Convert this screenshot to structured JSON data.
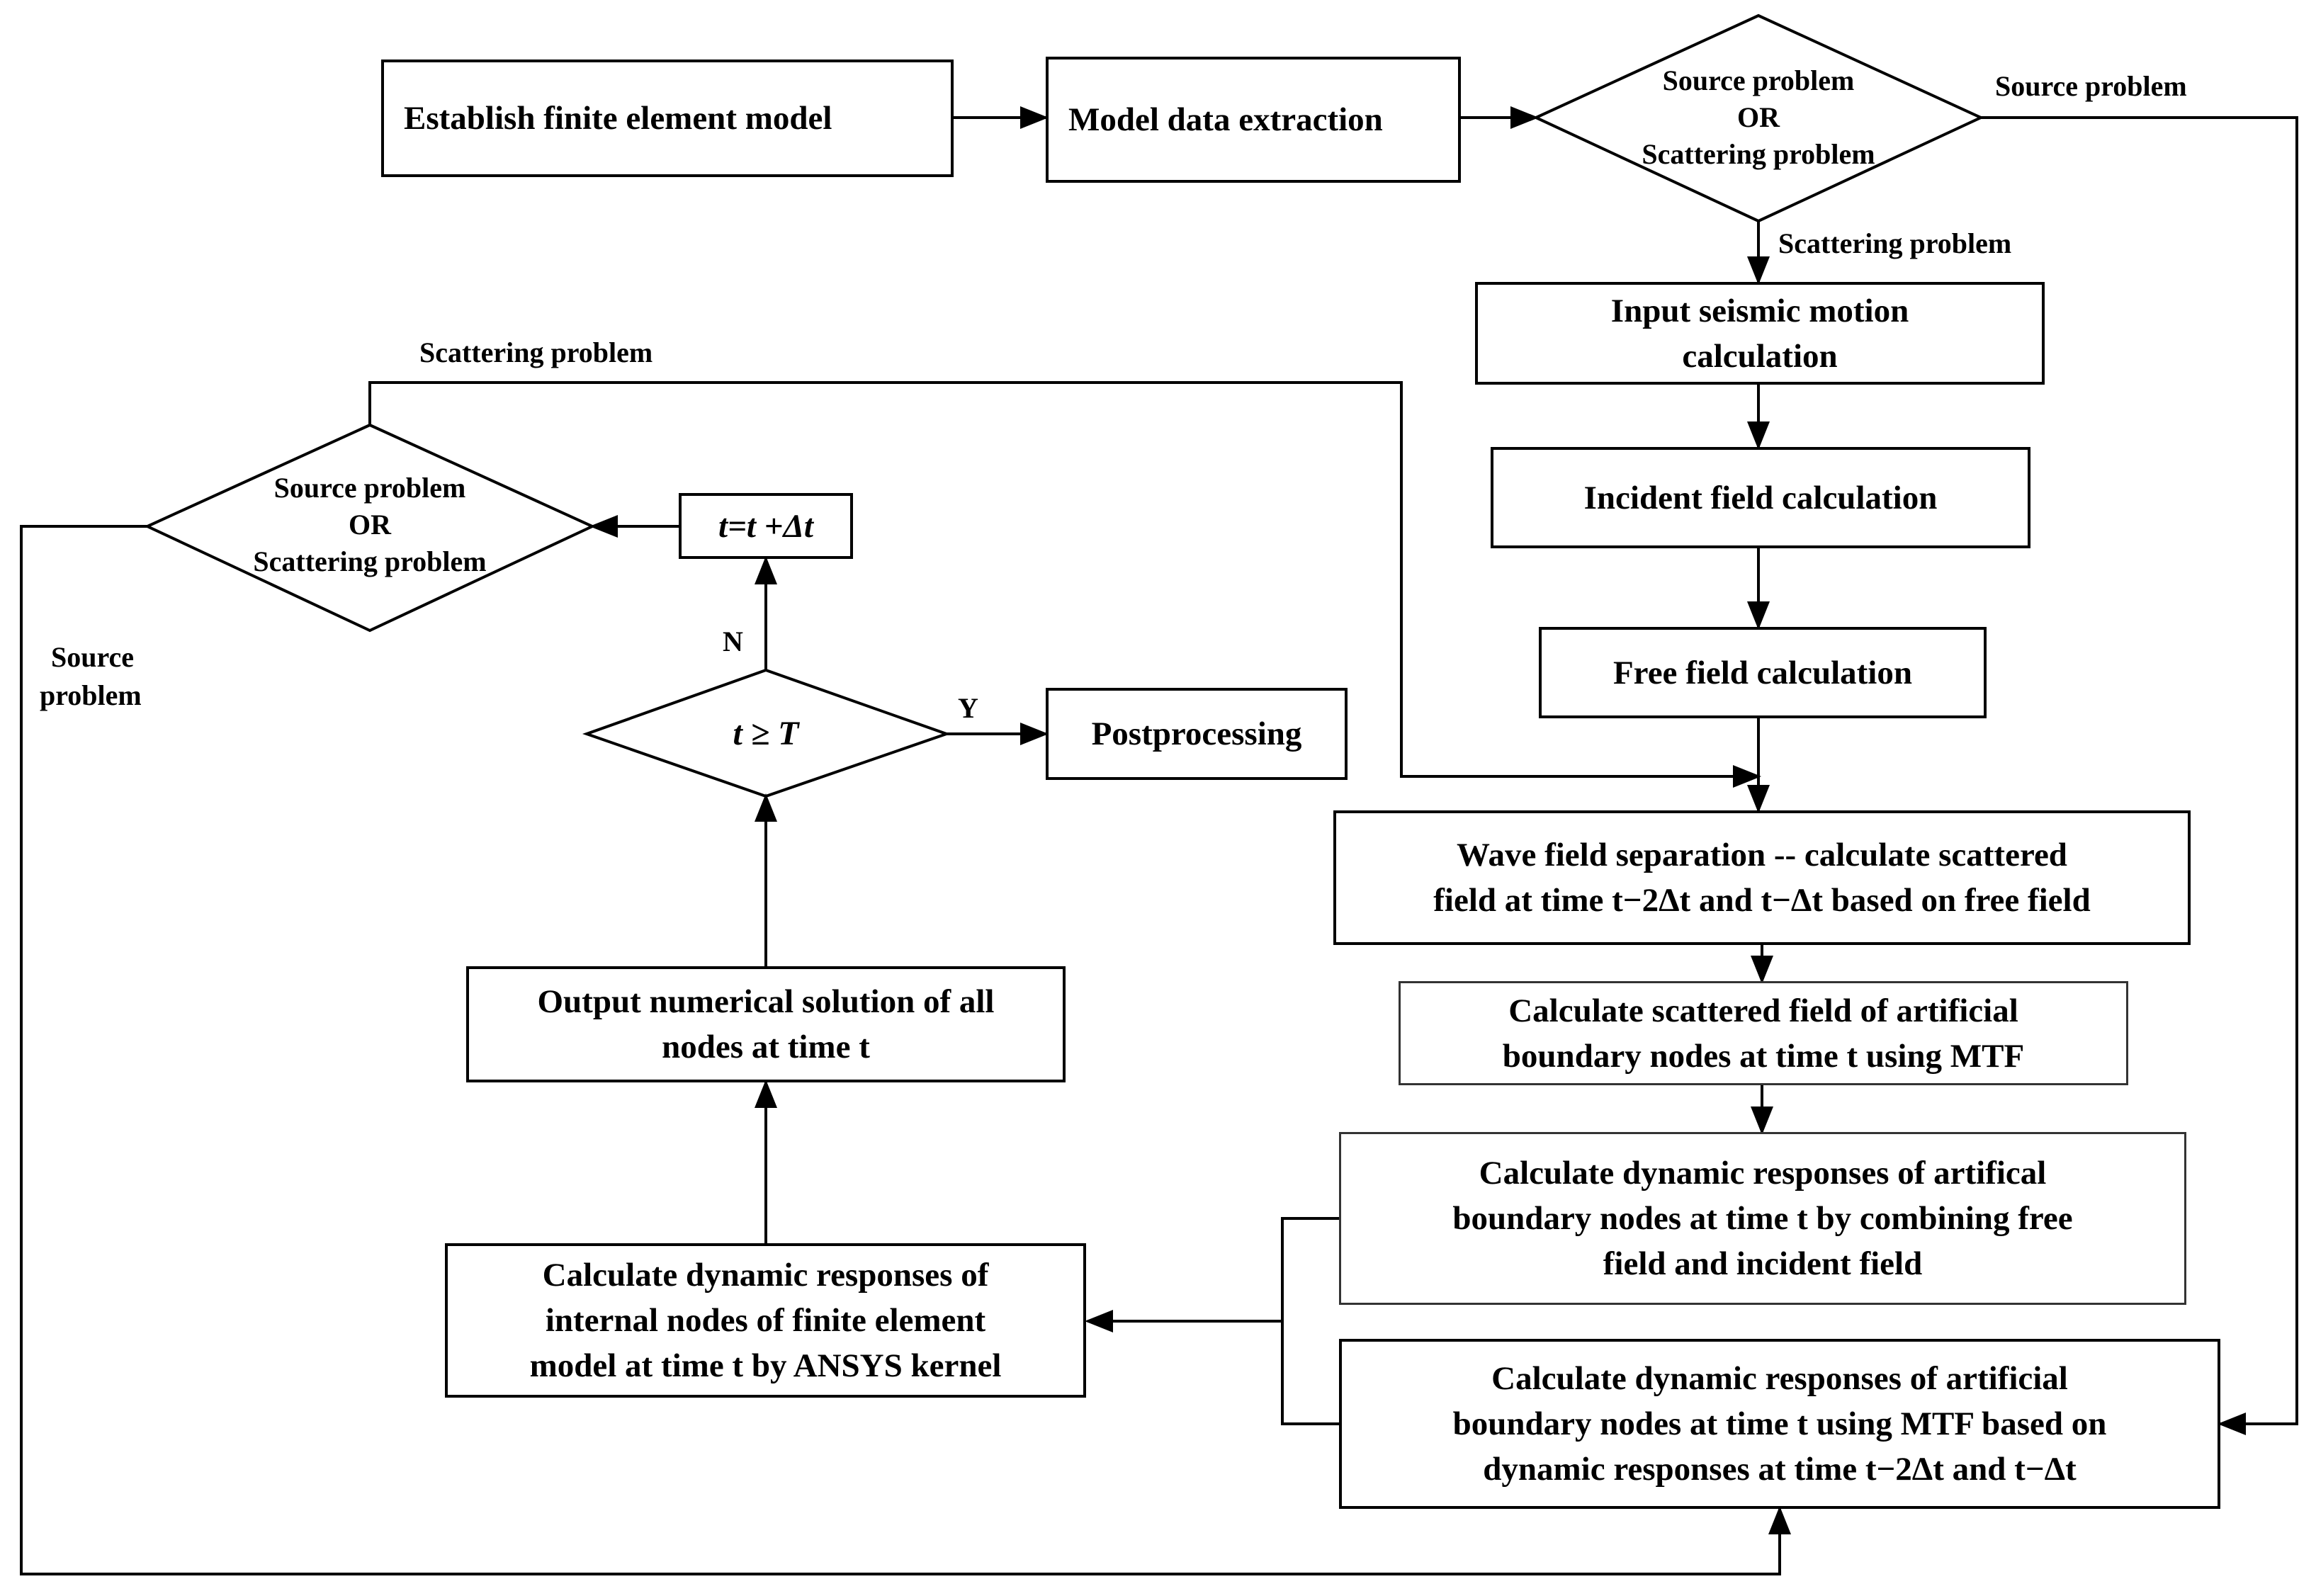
{
  "boxes": {
    "establish": "Establish finite element model",
    "extract": "Model data extraction",
    "input_seismic_1": "Input seismic motion",
    "input_seismic_2": "calculation",
    "incident": "Incident field calculation",
    "free": "Free field calculation",
    "wave_sep_1": "Wave field separation -- calculate scattered",
    "wave_sep_2": "field at time t−2Δt  and t−Δt  based on free field",
    "scat_mtf_1": "Calculate scattered field of artificial",
    "scat_mtf_2": "boundary nodes at time t using MTF",
    "dyn_comb_1": "Calculate dynamic responses of artifical",
    "dyn_comb_2": "boundary nodes at time t by combining free",
    "dyn_comb_3": "field and incident field",
    "dyn_mtf_1": "Calculate dynamic responses of artificial",
    "dyn_mtf_2": "boundary nodes  at time  t  using MTF based on",
    "dyn_mtf_3": "dynamic responses at time t−2Δt  and t−Δt",
    "ansys_1": "Calculate dynamic responses of",
    "ansys_2": "internal nodes of finite element",
    "ansys_3": "model at time t by ANSYS kernel",
    "output_1": "Output numerical solution of all",
    "output_2": "nodes at time t",
    "postprocessing": "Postprocessing",
    "increment": "t=t +Δt"
  },
  "diamonds": {
    "top": {
      "line1": "Source problem",
      "line2": "OR",
      "line3": "Scattering problem"
    },
    "left": {
      "line1": "Source problem",
      "line2": "OR",
      "line3": "Scattering problem"
    },
    "time_check": "t ≥ T"
  },
  "labels": {
    "top_source": "Source problem",
    "top_scattering": "Scattering problem",
    "left_scattering": "Scattering problem",
    "left_source_1": "Source",
    "left_source_2": "problem",
    "yes": "Y",
    "no": "N"
  }
}
